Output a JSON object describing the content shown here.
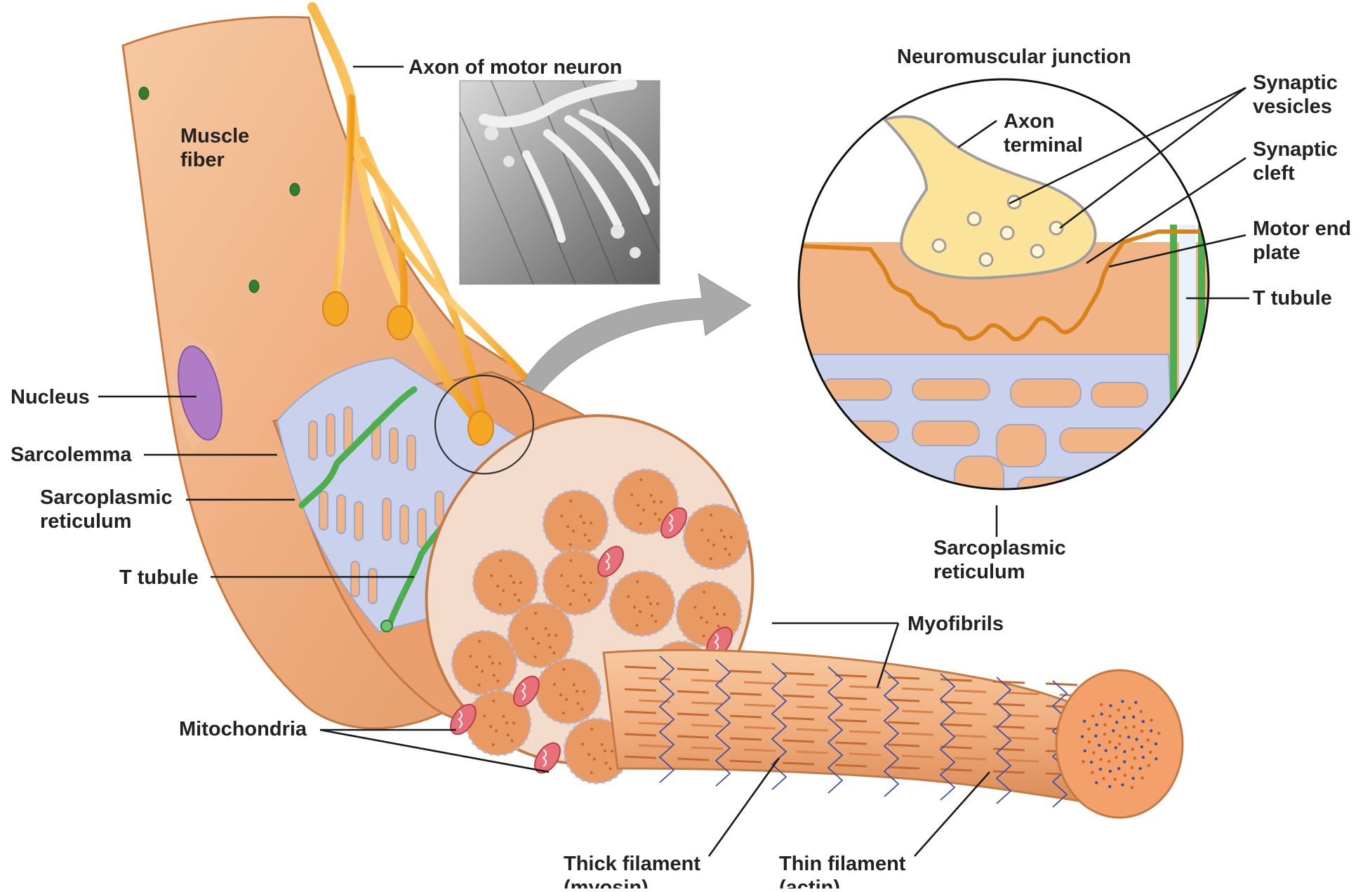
{
  "colors": {
    "muscle": "#f0b487",
    "muscle_dark": "#d98a55",
    "muscle_light": "#fbd9bd",
    "axon": "#f5a623",
    "t_tubule": "#4cae4c",
    "sr": "#c9d1ec",
    "myofibril": "#e89a62",
    "mito": "#e8707a",
    "nucleus": "#b07cc6",
    "terminal": "#fbe39a",
    "arrow": "#a9a9a9"
  },
  "labels": {
    "axon_of_motor_neuron": "Axon of motor neuron",
    "muscle_fiber": [
      "Muscle",
      "fiber"
    ],
    "nucleus": "Nucleus",
    "sarcolemma": "Sarcolemma",
    "sarcoplasmic_reticulum_left": [
      "Sarcoplasmic",
      "reticulum"
    ],
    "t_tubule_left": "T tubule",
    "mitochondria": "Mitochondria",
    "myofibrils": "Myofibrils",
    "thick_filament": [
      "Thick filament",
      "(myosin)"
    ],
    "thin_filament": [
      "Thin filament",
      "(actin)"
    ],
    "neuromuscular_junction": "Neuromuscular junction",
    "axon_terminal": [
      "Axon",
      "terminal"
    ],
    "synaptic_vesicles": [
      "Synaptic",
      "vesicles"
    ],
    "synaptic_cleft": [
      "Synaptic",
      "cleft"
    ],
    "motor_end_plate": [
      "Motor end",
      "plate"
    ],
    "t_tubule_right": "T tubule",
    "sarcoplasmic_reticulum_right": [
      "Sarcoplasmic",
      "reticulum"
    ]
  }
}
